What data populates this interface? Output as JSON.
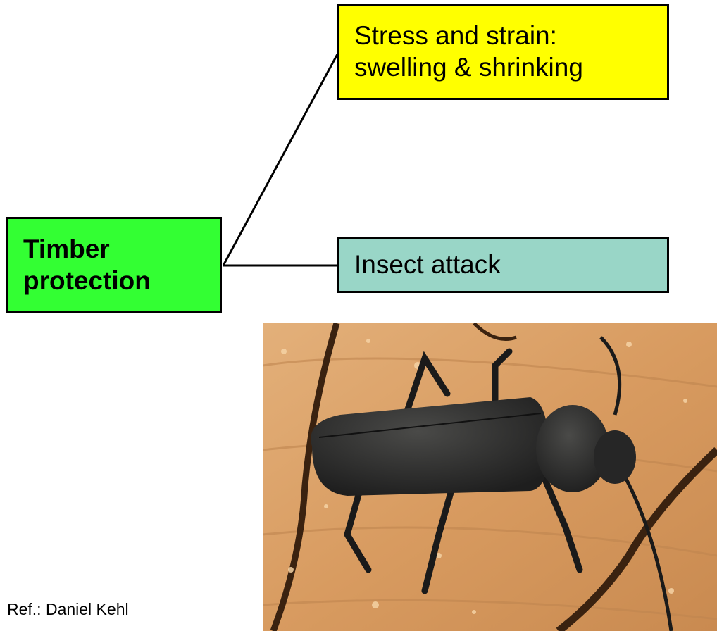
{
  "diagram": {
    "root": {
      "label": "Timber\nprotection",
      "fill": "#33ff33"
    },
    "branches": [
      {
        "label": "Stress and strain:\nswelling & shrinking",
        "fill": "#ffff00"
      },
      {
        "label": "Insect attack",
        "fill": "#99d6c7"
      }
    ]
  },
  "photo": {
    "subject": "longhorn-beetle-on-wood"
  },
  "reference": "Ref.: Daniel Kehl"
}
